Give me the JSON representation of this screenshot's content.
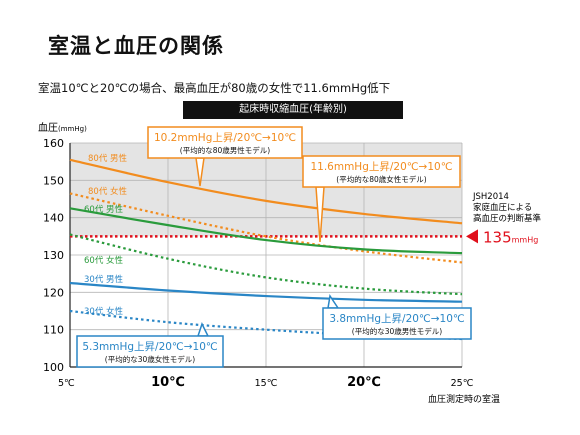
{
  "title": "室温と血圧の関係",
  "subtitle": "室温10℃と20℃の場合、最高血圧が80歳の女性で11.6mmHg低下",
  "chart_label": "起床時収縮血圧(年齢別)",
  "colors": {
    "orange": "#f28c1e",
    "green": "#2a9b3c",
    "blue": "#2a86c6",
    "red": "#e0101c",
    "shade": "#e4e4e4"
  },
  "chart_data": {
    "type": "line",
    "ylabel": "血圧",
    "ylabel_unit": "(mmHg)",
    "xlabel": "血圧測定時の室温",
    "xlim": [
      5,
      25
    ],
    "ylim": [
      100,
      160
    ],
    "x_ticks": [
      {
        "value": 5,
        "label": "5℃",
        "big": false
      },
      {
        "value": 10,
        "label": "10℃",
        "big": true
      },
      {
        "value": 15,
        "label": "15℃",
        "big": false
      },
      {
        "value": 20,
        "label": "20℃",
        "big": true
      },
      {
        "value": 25,
        "label": "25℃",
        "big": false
      }
    ],
    "y_ticks": [
      100,
      110,
      120,
      130,
      140,
      150,
      160
    ],
    "shaded_region_above": 135,
    "threshold": {
      "value": 135,
      "label_value": "135",
      "label_unit": "mmHg",
      "note": [
        "JSH2014",
        "家庭血圧による",
        "高血圧の判断基準"
      ]
    },
    "series": [
      {
        "name": "80代 男性",
        "color": "orange",
        "dash": false,
        "x": [
          5,
          10,
          15,
          20,
          25
        ],
        "y": [
          155.5,
          149.5,
          144.5,
          141,
          138.5
        ]
      },
      {
        "name": "80代 女性",
        "color": "orange",
        "dash": true,
        "x": [
          5,
          10,
          15,
          20,
          25
        ],
        "y": [
          146.5,
          140.5,
          135,
          131,
          128
        ]
      },
      {
        "name": "60代 男性",
        "color": "green",
        "dash": false,
        "x": [
          5,
          10,
          15,
          20,
          25
        ],
        "y": [
          142.5,
          138,
          134,
          131.5,
          130.5
        ]
      },
      {
        "name": "60代 女性",
        "color": "green",
        "dash": true,
        "x": [
          5,
          10,
          15,
          20,
          25
        ],
        "y": [
          135.5,
          129,
          124,
          121,
          119.5
        ]
      },
      {
        "name": "30代 男性",
        "color": "blue",
        "dash": false,
        "x": [
          5,
          10,
          15,
          20,
          25
        ],
        "y": [
          122.5,
          120.5,
          119,
          118,
          117.5
        ]
      },
      {
        "name": "30代 女性",
        "color": "blue",
        "dash": true,
        "x": [
          5,
          10,
          15,
          20,
          25
        ],
        "y": [
          115,
          112,
          110,
          108.5,
          107.5
        ]
      }
    ],
    "annotations": [
      {
        "headline": "10.2mmHg上昇/20℃→10℃",
        "caption": "(平均的な80歳男性モデル)",
        "color": "orange"
      },
      {
        "headline": "11.6mmHg上昇/20℃→10℃",
        "caption": "(平均的な80歳女性モデル)",
        "color": "orange"
      },
      {
        "headline": "3.8mmHg上昇/20℃→10℃",
        "caption": "(平均的な30歳男性モデル)",
        "color": "blue"
      },
      {
        "headline": "5.3mmHg上昇/20℃→10℃",
        "caption": "(平均的な30歳女性モデル)",
        "color": "blue"
      }
    ]
  }
}
